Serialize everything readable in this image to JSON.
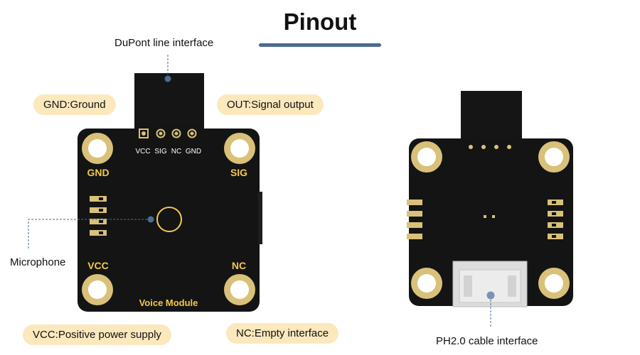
{
  "title": "Pinout",
  "labels": {
    "dupont": "DuPont line interface",
    "microphone": "Microphone",
    "ph20": "PH2.0 cable interface"
  },
  "pills": {
    "gnd": "GND:Ground",
    "out": "OUT:Signal output",
    "vcc": "VCC:Positive power supply",
    "nc": "NC:Empty interface"
  },
  "board": {
    "corner_labels": [
      "GND",
      "SIG",
      "VCC",
      "NC"
    ],
    "pin_labels": [
      "VCC",
      "SIG",
      "NC",
      "GND"
    ],
    "silk_name": "Voice  Module"
  },
  "colors": {
    "accent": "#4a6b94",
    "pill_bg": "#fbe8bd",
    "pcb": "#141414",
    "gold": "#d9c179",
    "silk": "#f2c94c"
  }
}
